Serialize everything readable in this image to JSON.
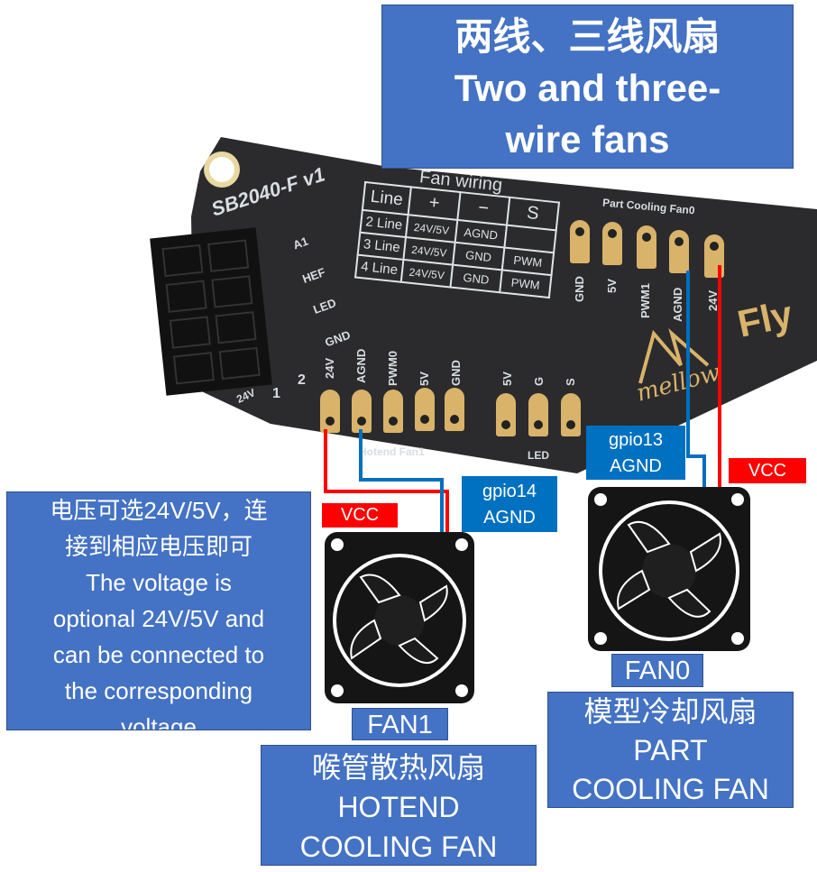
{
  "title": {
    "line1": "两线、三线风扇",
    "line2": "Two and three-",
    "line3": "wire fans"
  },
  "board": {
    "name": "SB2040-F v1",
    "brand": "Fly",
    "logo_text": "mellow",
    "connector_labels": [
      "A1",
      "HEF",
      "LED",
      "GND"
    ],
    "side_labels": [
      "2",
      "1",
      "24V"
    ],
    "table": {
      "title": "Fan wiring",
      "headers": [
        "Line",
        "+",
        "−",
        "S"
      ],
      "rows": [
        [
          "2 Line",
          "24V/5V",
          "AGND",
          ""
        ],
        [
          "3 Line",
          "24V/5V",
          "GND",
          "PWM"
        ],
        [
          "4 Line",
          "24V/5V",
          "GND",
          "PWM"
        ]
      ]
    },
    "bottom_pins": [
      "24V",
      "AGND",
      "PWM0",
      "5V",
      "GND",
      "5V",
      "G",
      "S"
    ],
    "hotend_group": "Hotend Fan1",
    "led_group": "LED",
    "part_fan_title": "Part Cooling Fan0",
    "part_fan_pins": [
      "GND",
      "5V",
      "PWM1",
      "AGND",
      "24V"
    ]
  },
  "labels": {
    "vcc_left": "VCC",
    "vcc_right": "VCC",
    "gpio14": {
      "line1": "gpio14",
      "line2": "AGND"
    },
    "gpio13": {
      "line1": "gpio13",
      "line2": "AGND"
    },
    "fan1": "FAN1",
    "fan0": "FAN0"
  },
  "voltage_note": {
    "cn1": "电压可选24V/5V，连",
    "cn2": "接到相应电压即可",
    "en1": "The voltage is",
    "en2": "optional 24V/5V and",
    "en3": "can be connected to",
    "en4": "the corresponding",
    "en5": "voltage"
  },
  "hotend_box": {
    "cn": "喉管散热风扇",
    "en1": "HOTEND",
    "en2": "COOLING FAN"
  },
  "part_box": {
    "cn": "模型冷却风扇",
    "en1": "PART",
    "en2": "COOLING FAN"
  },
  "colors": {
    "box_blue": "#4472C4",
    "tag_blue": "#0070C0",
    "wire_red": "#FF0000",
    "pcb": "#2b2b2d",
    "pad_gold": "#d9b36a"
  }
}
